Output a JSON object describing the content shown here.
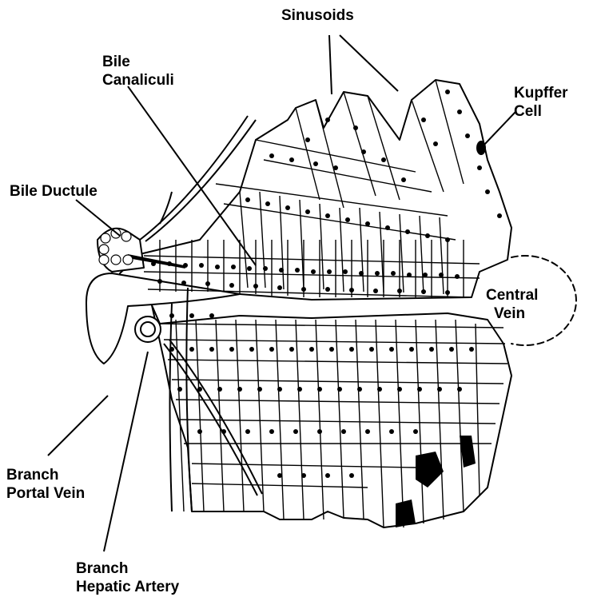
{
  "labels": {
    "sinusoids": "Sinusoids",
    "bile_canaliculi_line1": "Bile",
    "bile_canaliculi_line2": "Canaliculi",
    "kupffer_line1": "Kupffer",
    "kupffer_line2": "Cell",
    "bile_ductule": "Bile Ductule",
    "central_line1": "Central",
    "central_line2": "Vein",
    "portal_line1": "Branch",
    "portal_line2": "Portal Vein",
    "hepatic_line1": "Branch",
    "hepatic_line2": "Hepatic Artery"
  },
  "colors": {
    "ink": "#000000",
    "paper": "#ffffff"
  }
}
